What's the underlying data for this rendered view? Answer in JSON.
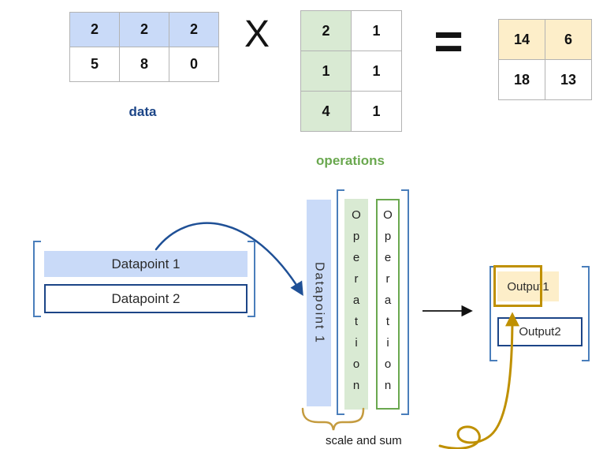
{
  "top": {
    "data_matrix": {
      "label": "data",
      "rows": [
        [
          "2",
          "2",
          "2"
        ],
        [
          "5",
          "8",
          "0"
        ]
      ]
    },
    "multiply_sign": "X",
    "operations_matrix": {
      "label": "operations",
      "rows": [
        [
          "2",
          "1"
        ],
        [
          "1",
          "1"
        ],
        [
          "4",
          "1"
        ]
      ]
    },
    "equals_sign": "=",
    "result_matrix": {
      "rows": [
        [
          "14",
          "6"
        ],
        [
          "18",
          "13"
        ]
      ]
    }
  },
  "bottom": {
    "input_group": {
      "datapoint1": "Datapoint 1",
      "datapoint2": "Datapoint 2"
    },
    "scaled_column": "Datapoint 1",
    "operation_columns": [
      "Operation",
      "Operation"
    ],
    "brace_label": "scale and sum",
    "output_group": {
      "output1": "Output1",
      "output2": "Output2"
    }
  },
  "colors": {
    "blue_fill": "#c9daf8",
    "green_fill": "#d9ead3",
    "yellow_fill": "#fdeec9",
    "data_label_blue": "#1c4587",
    "operations_label_green": "#6aa84f",
    "dark_blue_border": "#1c4587",
    "green_border": "#6aa84f",
    "gold_accent": "#bf9000",
    "brace_gold": "#c49b3f",
    "bracket_blue": "#4a7ebb",
    "arrow_blue": "#1f5096"
  }
}
